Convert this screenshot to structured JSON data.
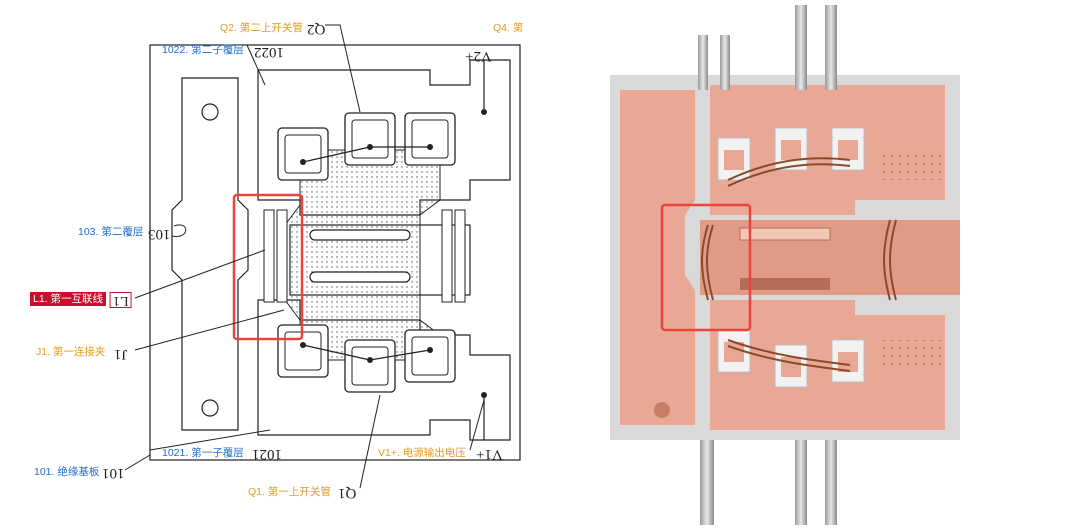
{
  "left_diagram": {
    "labels": {
      "q2": "Q2. 第二上开关管",
      "q2_ref": "Q2",
      "q4": "Q4. 第",
      "l1022": "1022. 第二子覆层",
      "l1022_ref": "1022",
      "v2_ref": "V2+",
      "l103": "103. 第二覆层",
      "l103_ref": "103",
      "l1": "L1. 第一互联线",
      "l1_ref": "L1",
      "j1": "J1. 第一连接夹",
      "j1_ref": "J1",
      "l1021": "1021. 第一子覆层",
      "l1021_ref": "1021",
      "v1": "V1+. 电源输出电压",
      "v1_ref": "V1+",
      "l101": "101. 绝缘基板",
      "l101_ref": "101",
      "q1": "Q1. 第一上开关管",
      "q1_ref": "Q1"
    }
  },
  "colors": {
    "copper": "#e8a895",
    "copper_dark": "#c97d66",
    "highlight_box": "#e8453c",
    "blue_label": "#1f6fc8",
    "orange_label": "#e39a1a",
    "red_tag": "#c8102e"
  }
}
